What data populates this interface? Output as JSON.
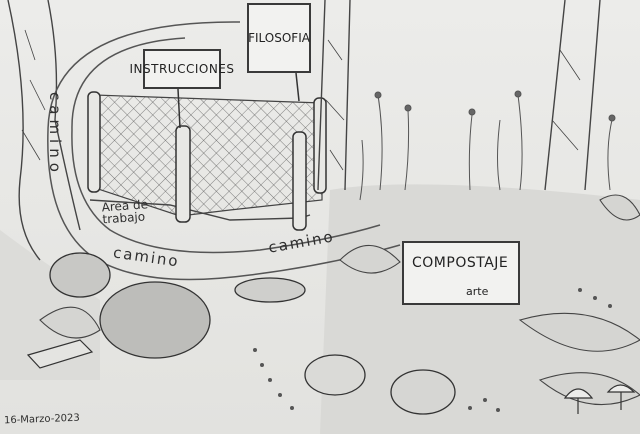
{
  "signs": {
    "instrucciones": "INSTRUCCIONES",
    "filosofia": "FILOSOFIA",
    "compostaje": "COMPOSTAJE",
    "compostaje_sub": "arte"
  },
  "labels": {
    "camino_vertical": "camino",
    "area_trabajo": "Area de trabajo",
    "camino_1": "camino",
    "camino_2": "camino",
    "date": "16-Marzo-2023"
  }
}
